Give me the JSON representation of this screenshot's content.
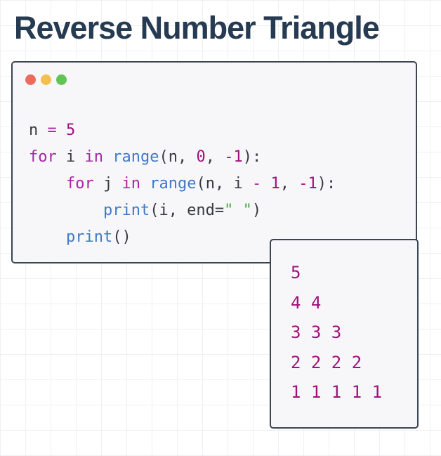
{
  "title": "Reverse Number Triangle",
  "colors": {
    "title": "#263a52",
    "window_border": "#3a4452",
    "window_bg": "#f7f7f9",
    "dot_red": "#ec6a5e",
    "dot_yellow": "#f5bf4f",
    "dot_green": "#61c454",
    "keyword": "#a626a4",
    "builtin": "#4078c8",
    "number": "#a0117a",
    "string": "#50a14f",
    "output": "#a0117a"
  },
  "code": {
    "line1": {
      "a": "n ",
      "b": "=",
      "c": " ",
      "d": "5"
    },
    "line2": {
      "indent": "",
      "for": "for",
      "sp1": " i ",
      "in": "in",
      "sp2": " ",
      "range": "range",
      "open": "(n, ",
      "n1": "0",
      "comma": ", ",
      "n2": "-1",
      "close": "):"
    },
    "line3": {
      "indent": "    ",
      "for": "for",
      "sp1": " j ",
      "in": "in",
      "sp2": " ",
      "range": "range",
      "open": "(n, i ",
      "minus": "-",
      "sp3": " ",
      "n1": "1",
      "comma": ", ",
      "n2": "-1",
      "close": "):"
    },
    "line4": {
      "indent": "        ",
      "print": "print",
      "args": "(i, end=",
      "str": "\" \"",
      "close": ")"
    },
    "line5": {
      "indent": "    ",
      "print": "print",
      "close": "()"
    }
  },
  "output": [
    "5",
    "4 4",
    "3 3 3",
    "2 2 2 2",
    "1 1 1 1 1"
  ]
}
